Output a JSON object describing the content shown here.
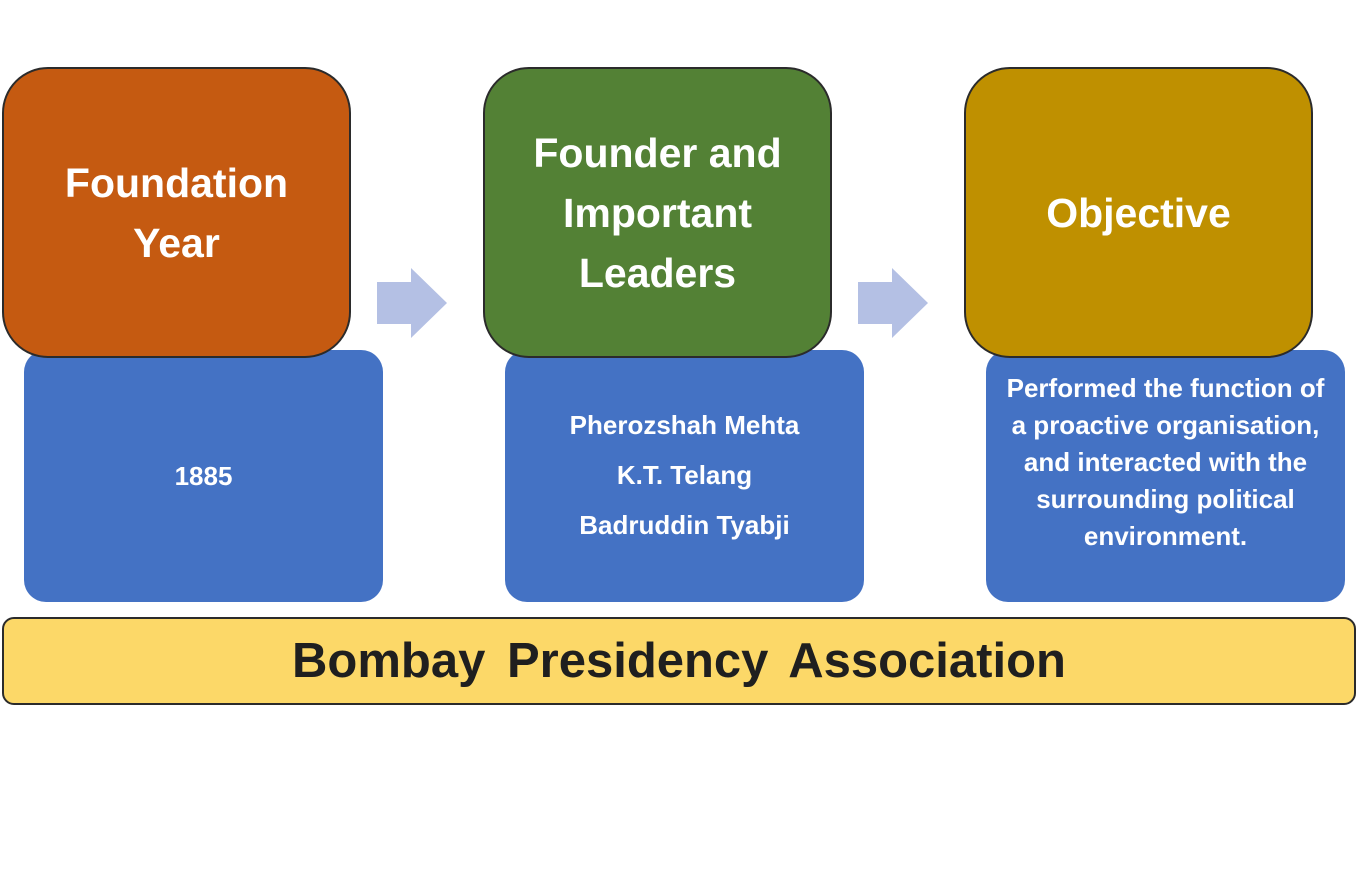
{
  "colors": {
    "foundation": "#c55a11",
    "founder": "#538135",
    "objective": "#bf9000",
    "detail": "#4472c4",
    "arrow": "#b4c0e4",
    "banner": "#fcd868"
  },
  "steps": [
    {
      "heading": "Foundation\nYear",
      "details": [
        "1885"
      ]
    },
    {
      "heading": "Founder and\nImportant\nLeaders",
      "details": [
        "Pherozshah Mehta",
        "K.T. Telang",
        "Badruddin Tyabji"
      ]
    },
    {
      "heading": "Objective",
      "details": [
        "Performed the function of a proactive organisation, and interacted with the surrounding political environment."
      ]
    }
  ],
  "title": "Bombay Presidency Association"
}
